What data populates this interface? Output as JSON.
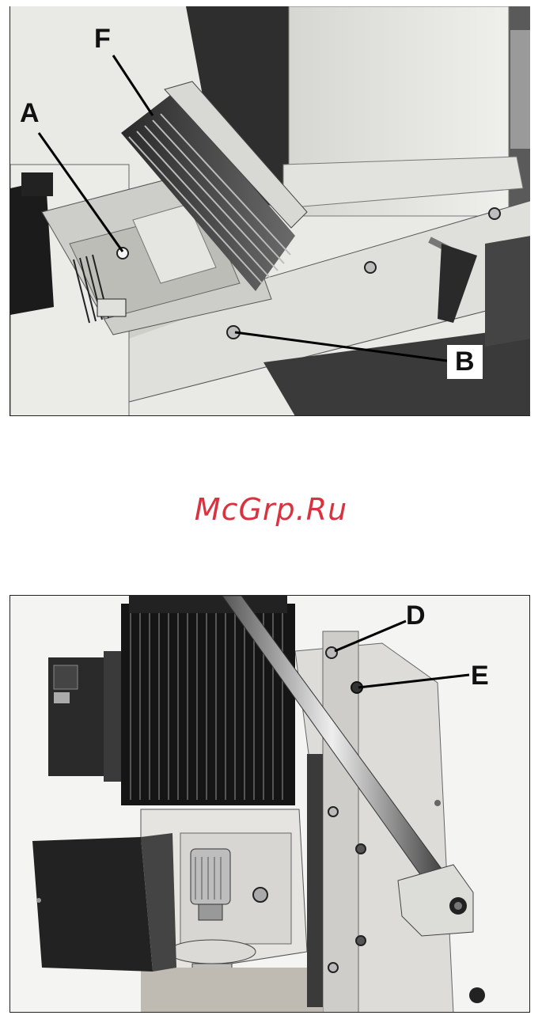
{
  "figure_top": {
    "labels": {
      "a": "A",
      "b": "B",
      "f": "F"
    }
  },
  "watermark": {
    "text": "McGrp.Ru"
  },
  "figure_bottom": {
    "labels": {
      "d": "D",
      "e": "E"
    }
  }
}
